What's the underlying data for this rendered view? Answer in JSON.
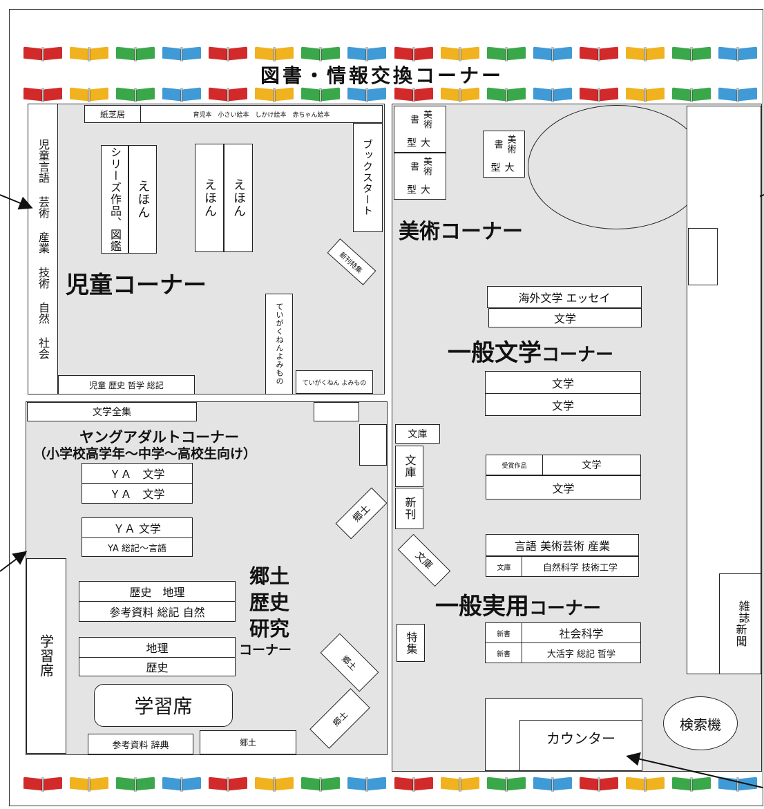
{
  "title": "図書・情報交換コーナー",
  "colors": {
    "red": "#d22a2a",
    "yellow": "#f0b21e",
    "green": "#3aa84a",
    "blue": "#3f9ad6",
    "shade": "#e4e4e4"
  },
  "book_strip_pattern": [
    "red",
    "yellow",
    "green",
    "blue"
  ],
  "corners": {
    "children": "児童コーナー",
    "art": "美術コーナー",
    "literature_general": "一般文学",
    "literature_corner": "コーナー",
    "practical_general": "一般実用",
    "practical_corner": "コーナー",
    "ya_title": "ヤングアダルトコーナー",
    "ya_subtitle": "（小学校高学年～中学～高校生向け）",
    "local_line1": "郷土",
    "local_line2": "歴史",
    "local_line3": "研究",
    "local_line4": "コーナー"
  },
  "children": {
    "wall_left": "児童言語 芸術 産業 技術 自然 社会",
    "kamishibai": "紙芝居",
    "picture_books_top": "育児本　小さい絵本　しかけ絵本　赤ちゃん絵本",
    "series": "シリーズ作品、図鑑",
    "ehon1": "えほん",
    "ehon2": "えほん",
    "ehon3": "えほん",
    "bookstart": "ブックスタート",
    "new_feature": "新刊特集",
    "teigakunen": "ていがくねんよみもの",
    "teigakunen_small": "ていがくねん よみもの",
    "bottom": "児童 歴史 哲学 総記"
  },
  "art": {
    "large1": "美術書",
    "large1b": "大型",
    "large2": "美術書",
    "large2b": "大型",
    "large3": "美術書",
    "large3b": "大型"
  },
  "literature": {
    "overseas": "海外文学 エッセイ",
    "lit1": "文学",
    "lit2": "文学",
    "lit3": "文学",
    "award": "受賞作品",
    "award_lit": "文学",
    "lit4": "文学"
  },
  "practical": {
    "row1": "言語 美術芸術 産業",
    "bunko": "文庫",
    "row2": "自然科学 技術工学",
    "shinsho1": "新書",
    "social": "社会科学",
    "shinsho2": "新書",
    "row4": "大活字 総記 哲学"
  },
  "middle": {
    "bunko_h": "文庫",
    "bunko_v": "文庫",
    "shinkan": "新刊",
    "bunko_tilt": "文庫",
    "tokushu": "特集"
  },
  "right_wall": {
    "magazines": "雑誌",
    "newspapers": "新聞"
  },
  "ya": {
    "complete_works": "文学全集",
    "ya1": "ＹＡ　文学",
    "ya2": "ＹＡ　文学",
    "ya3": "ＹＡ 文学",
    "ya4": "YA 総記～言語",
    "study_wall": "学習席",
    "history_geo": "歴史　地理",
    "reference_nature": "参考資料 総記 自然",
    "geo": "地理",
    "history": "歴史",
    "study_table": "学習席",
    "reference_dict": "参考資料 辞典",
    "local_small": "郷土",
    "local_tilt1": "郷土",
    "local_tilt2": "郷土",
    "local_tilt3": "郷土"
  },
  "counter": "カウンター",
  "search": "検索機"
}
